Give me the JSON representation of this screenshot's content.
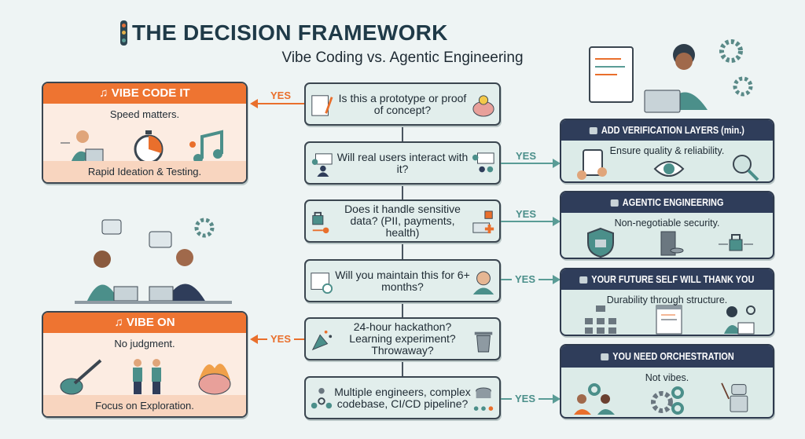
{
  "header": {
    "title": "THE DECISION FRAMEWORK",
    "subtitle": "Vibe Coding vs. Agentic Engineering"
  },
  "colors": {
    "orange": "#ee7431",
    "navy": "#2f3d5a",
    "teal": "#4b8f8a",
    "cream": "#fcece2"
  },
  "questions": [
    {
      "text": "Is this a prototype or proof of concept?",
      "left_icon": "notebook-brain-icon",
      "right_icon": "brain-lightbulb-icon"
    },
    {
      "text": "Will real users interact with it?",
      "left_icon": "users-screen-icon",
      "right_icon": "presenter-icon"
    },
    {
      "text": "Does it handle sensitive data? (PII, payments, health)",
      "left_icon": "lock-key-icon",
      "right_icon": "credit-card-medical-icon"
    },
    {
      "text": "Will you maintain this for 6+ months?",
      "left_icon": "calendar-check-icon",
      "right_icon": "old-man-icon"
    },
    {
      "text": "24-hour hackathon? Learning experiment? Throwaway?",
      "left_icon": "party-popper-icon",
      "right_icon": "trash-can-icon"
    },
    {
      "text": "Multiple engineers, complex codebase, CI/CD pipeline?",
      "left_icon": "team-gear-icon",
      "right_icon": "database-pipeline-icon"
    }
  ],
  "yes_label": "YES",
  "left_outcomes": [
    {
      "title": "VIBE CODE IT",
      "text": "Speed matters.",
      "footer": "Rapid Ideation & Testing.",
      "icons": [
        "guitar-icon",
        "coder-laptop-icon",
        "stopwatch-icon",
        "music-notes-icon"
      ]
    },
    {
      "title": "VIBE ON",
      "text": "No judgment.",
      "footer": "Focus on Exploration.",
      "icons": [
        "guitar-icon",
        "electric-guitar-icon",
        "dancing-people-icon",
        "brain-fire-icon"
      ]
    }
  ],
  "right_outcomes": [
    {
      "title": "ADD VERIFICATION LAYERS (min.)",
      "text": "Ensure quality & reliability.",
      "icons": [
        "tablet-hands-icon",
        "eye-scan-icon",
        "magnifier-check-icon"
      ]
    },
    {
      "title": "AGENTIC ENGINEERING",
      "text": "Non-negotiable security.",
      "icons": [
        "shield-robot-icon",
        "fortress-database-icon",
        "padlock-icon"
      ]
    },
    {
      "title": "YOUR FUTURE SELF WILL THANK YOU",
      "text": "Durability through structure.",
      "icons": [
        "org-chart-icon",
        "code-window-icon",
        "person-laptop-gear-icon"
      ]
    },
    {
      "title": "YOU NEED ORCHESTRATION",
      "text": "Not vibes.",
      "icons": [
        "team-gears-icon",
        "gears-icon",
        "robot-conductor-icon"
      ]
    }
  ]
}
